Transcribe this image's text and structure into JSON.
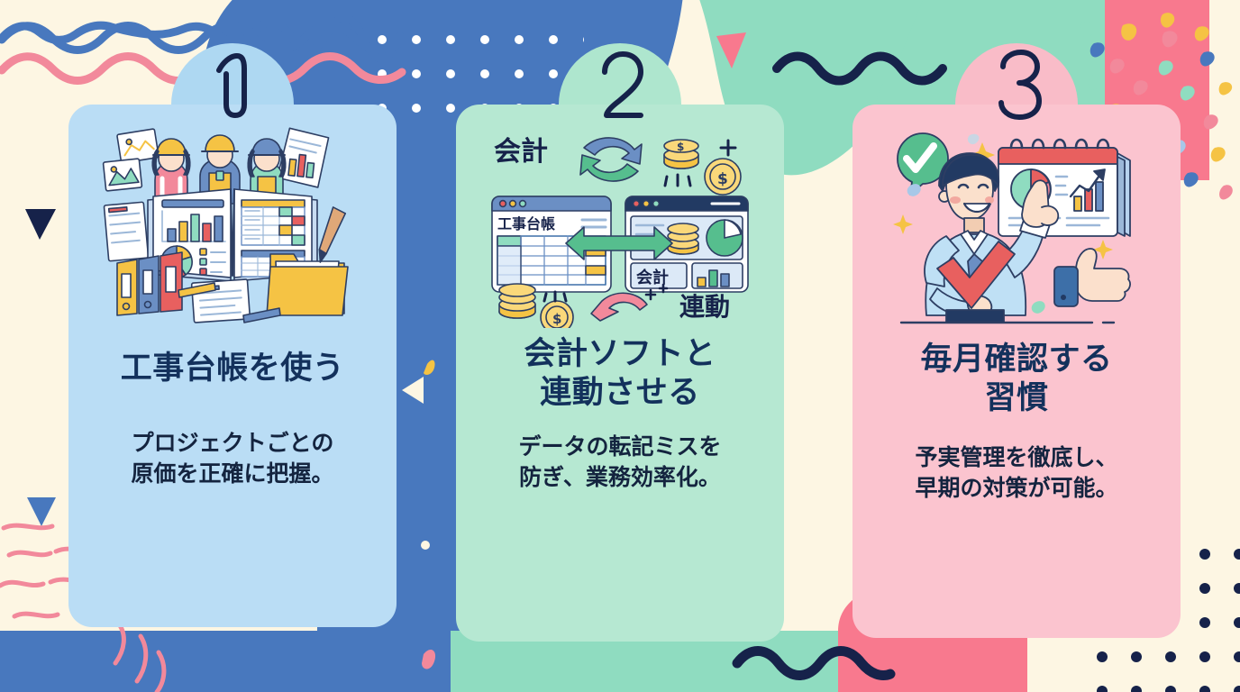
{
  "theme": {
    "background": "#FDF6E3",
    "blue_blob": "#4878BE",
    "mint_blob": "#8FDCC0",
    "hot_pink_band": "#F8798E",
    "navy_ink": "#16224A",
    "title_navy": "#13315C",
    "card1_fill": "#BADDF5",
    "card2_fill": "#B6E8D2",
    "card3_fill": "#FBC4CF",
    "accent_yellow": "#F5C344",
    "accent_red": "#E8605F",
    "accent_green": "#56BE8E",
    "dot_white": "#FFFFFF",
    "dot_navy": "#16224A"
  },
  "cards": [
    {
      "number": "1",
      "tab_fill": "#AED8F2",
      "fill": "#BADDF5",
      "title": "工事台帳を使う",
      "description": "プロジェクトごとの\n原価を正確に把握。",
      "illustration": {
        "name": "construction-workers-ledger-illustration",
        "alt": "ヘルメットをかぶった3人の作業員と、棒グラフ・円グラフ・表が描かれた開いた工事台帳、バインダー、書類、フォルダ、ペン",
        "elements": [
          "worker-yellow-helmet",
          "worker-blue-helmet",
          "open-ledger-book",
          "bar-chart",
          "pie-chart",
          "data-table",
          "binders",
          "folder",
          "documents",
          "pens"
        ]
      }
    },
    {
      "number": "2",
      "tab_fill": "#AEE6CE",
      "fill": "#B6E8D2",
      "title": "会計ソフトと\n連動させる",
      "description": "データの転記ミスを\n防ぎ、業務効率化。",
      "illustration": {
        "name": "accounting-software-sync-illustration",
        "alt": "工事台帳ウィンドウと会計ソフトウィンドウが双方向矢印でつながり、循環矢印・コイン・円グラフ・棒グラフが周りに配置",
        "labels": {
          "top_left": "会計",
          "window_left": "工事台帳",
          "window_right": "会計",
          "bottom_right": "連動"
        },
        "elements": [
          "sync-arrows",
          "coins",
          "left-window",
          "right-window",
          "bidirectional-arrow",
          "pie-chart",
          "bar-chart",
          "pink-arrow"
        ]
      }
    },
    {
      "number": "3",
      "tab_fill": "#F9BCC8",
      "fill": "#FBC4CF",
      "title": "毎月確認する\n習慣",
      "description": "予実管理を徹底し、\n早期の対策が可能。",
      "illustration": {
        "name": "monthly-review-businessman-illustration",
        "alt": "笑顔のビジネスマンがカレンダーの円グラフと右肩上がりの棒グラフを指差し、赤いチェックマークを抱え、緑のチェック吹き出しとサムズアップ",
        "elements": [
          "businessman",
          "green-check-bubble",
          "red-check-mark",
          "flip-calendar",
          "pie-chart",
          "bar-chart-up-arrow",
          "thumbs-up",
          "sparkles"
        ]
      }
    }
  ],
  "decorations": {
    "top_left_wave_blue": "#4878BE",
    "top_left_wave_pink": "#F2899B",
    "navy_squiggle": "#16224A",
    "white_dot_grid_rows": 4,
    "white_dot_grid_cols": 9,
    "navy_dot_grid_rows": 6,
    "navy_dot_grid_cols": 5,
    "confetti_colors": [
      "#F5C344",
      "#F2899B",
      "#4878BE",
      "#8FDCC0",
      "#A8C8E8"
    ],
    "triangles": [
      "navy-triangle-left",
      "blue-triangle-bottom-left",
      "pink-triangle-top",
      "cream-triangle-center"
    ],
    "pink_sketch_strokes": "#F2899B"
  }
}
